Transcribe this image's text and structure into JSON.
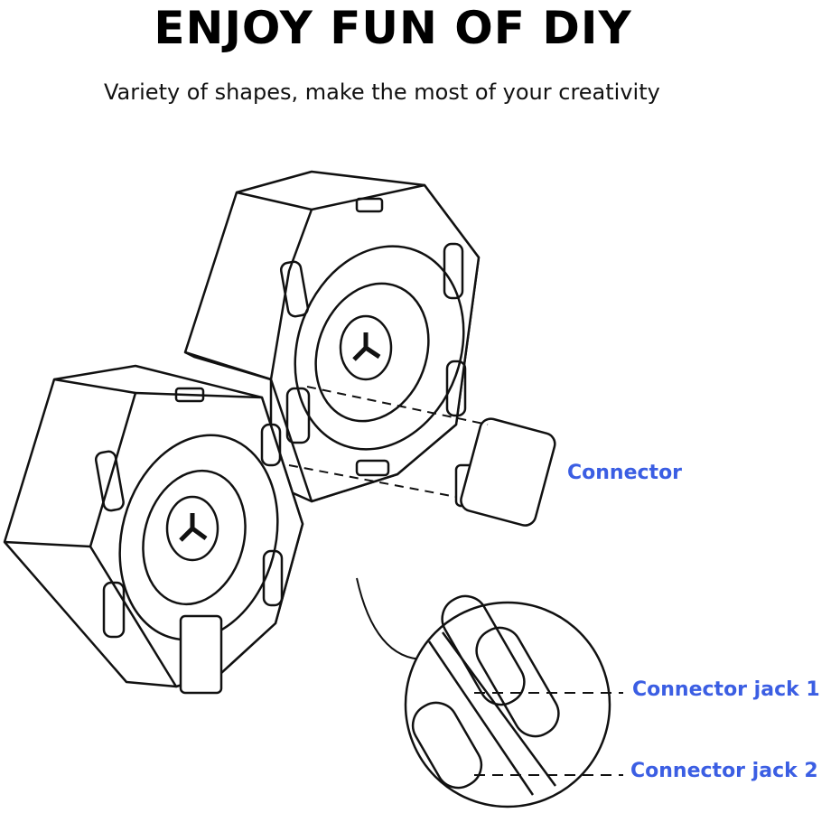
{
  "header": {
    "title": "ENJOY FUN OF DIY",
    "subtitle": "Variety of shapes, make the most of your creativity"
  },
  "callouts": {
    "connector": "Connector",
    "jack1": "Connector jack 1",
    "jack2": "Connector jack 2"
  },
  "colors": {
    "accent": "#3b5ee3",
    "line": "#111111"
  }
}
